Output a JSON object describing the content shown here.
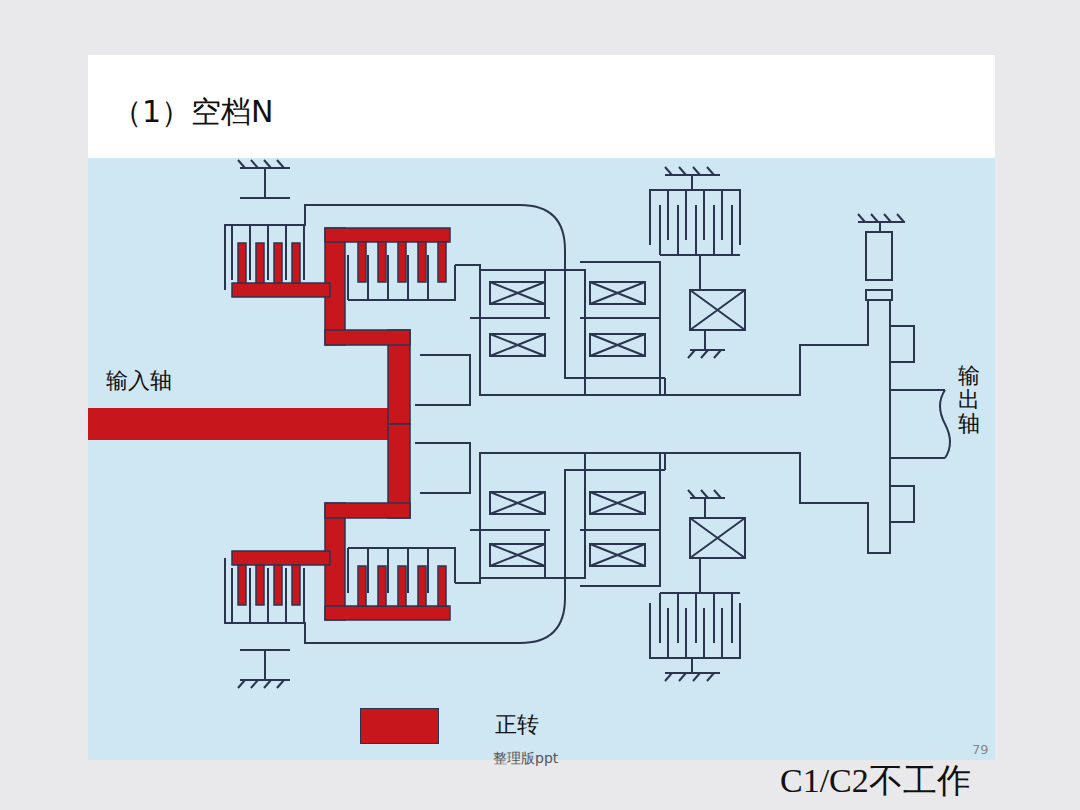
{
  "diagram": {
    "title": "（1）空档N",
    "labels": [
      "输入轴",
      "输出轴",
      "整理版ppt",
      "79",
      "C1/C2不工作"
    ],
    "legend": [
      {
        "text": "正转",
        "color": "#c8161d"
      }
    ]
  }
}
